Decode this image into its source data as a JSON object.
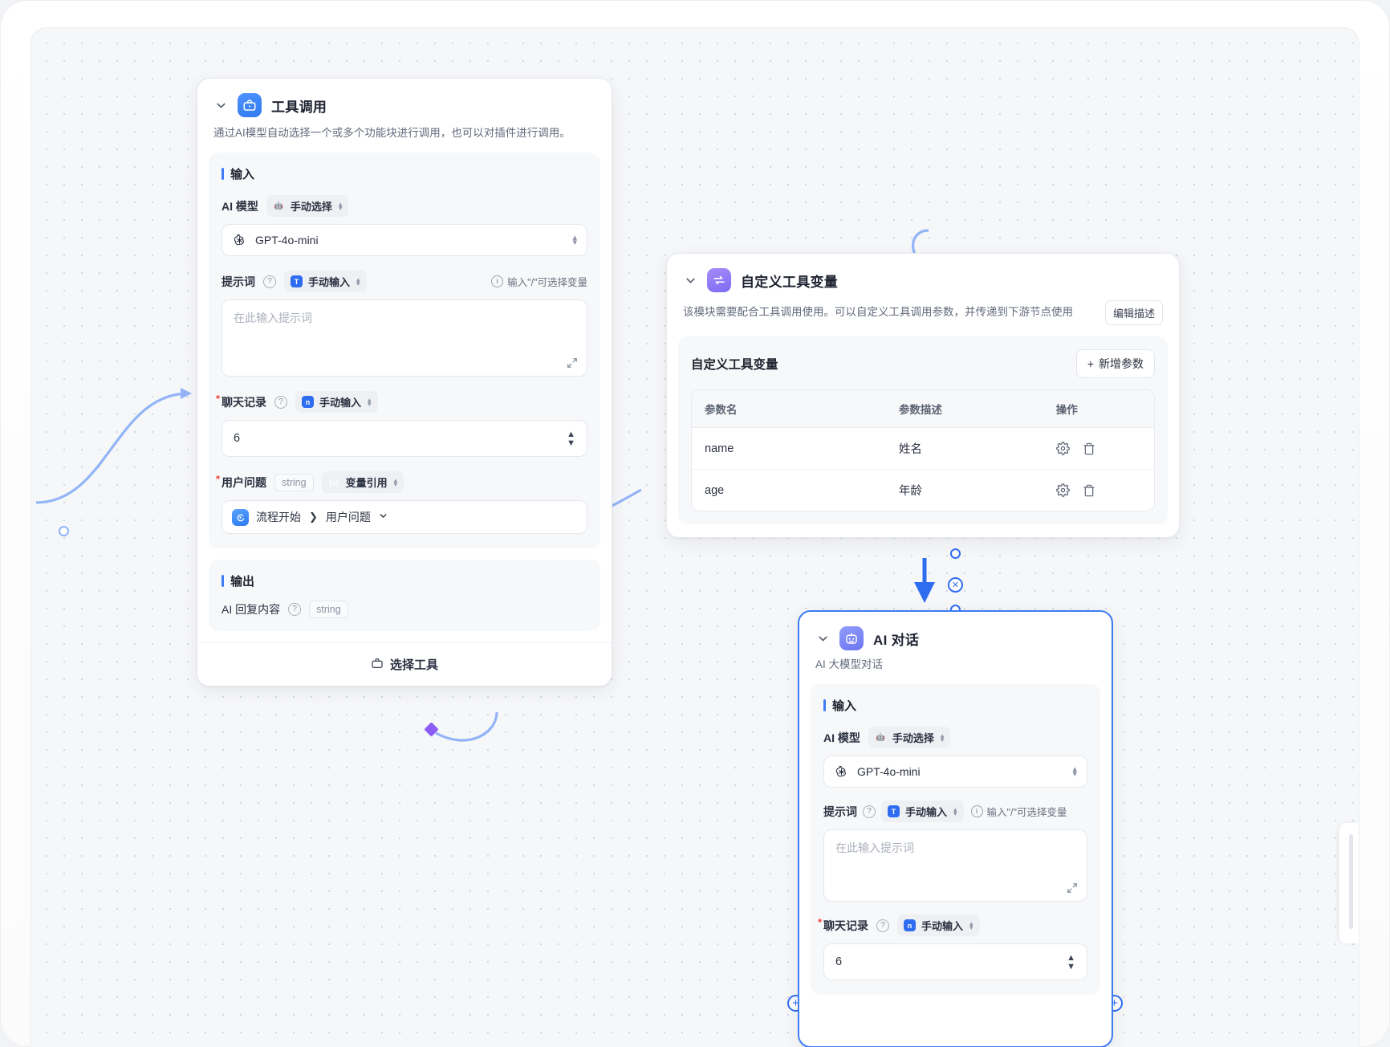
{
  "canvas": {
    "background": "#f6f7f9",
    "accent_blue": "#3c7cf6",
    "accent_purple": "#8b5cf6"
  },
  "nodes": [
    {
      "id": "tool-call",
      "icon": "toolbox-icon",
      "title": "工具调用",
      "description": "通过AI模型自动选择一个或多个功能块进行调用，也可以对插件进行调用。",
      "input_section_title": "输入",
      "output_section_title": "输出",
      "fields": {
        "model_label": "AI 模型",
        "model_mode": "手动选择",
        "model_value": "GPT-4o-mini",
        "prompt_label": "提示词",
        "prompt_mode": "手动输入",
        "prompt_hint": "输入\"/\"可选择变量",
        "prompt_placeholder": "在此输入提示词",
        "history_label": "聊天记录",
        "history_mode": "手动输入",
        "history_value": "6",
        "question_label": "用户问题",
        "question_type": "string",
        "question_mode": "变量引用",
        "question_ref_source": "流程开始",
        "question_ref_field": "用户问题"
      },
      "output": {
        "label": "AI 回复内容",
        "type": "string"
      },
      "footer_label": "选择工具"
    },
    {
      "id": "custom-tool-vars",
      "icon": "variables-icon",
      "title": "自定义工具变量",
      "description": "该模块需要配合工具调用使用。可以自定义工具调用参数，并传递到下游节点使用",
      "edit_desc_label": "编辑描述",
      "panel_title": "自定义工具变量",
      "add_param_label": "新增参数",
      "table": {
        "columns": [
          "参数名",
          "参数描述",
          "操作"
        ],
        "rows": [
          {
            "name": "name",
            "desc": "姓名"
          },
          {
            "name": "age",
            "desc": "年龄"
          }
        ]
      }
    },
    {
      "id": "ai-chat",
      "icon": "robot-icon",
      "title": "AI 对话",
      "description": "AI 大模型对话",
      "input_section_title": "输入",
      "fields": {
        "model_label": "AI 模型",
        "model_mode": "手动选择",
        "model_value": "GPT-4o-mini",
        "prompt_label": "提示词",
        "prompt_mode": "手动输入",
        "prompt_hint": "输入\"/\"可选择变量",
        "prompt_placeholder": "在此输入提示词",
        "history_label": "聊天记录",
        "history_mode": "手动输入",
        "history_value": "6"
      }
    }
  ],
  "icons": {
    "chevron_down": "chevron-down-icon",
    "gear": "gear-icon",
    "trash": "trash-icon",
    "plus": "+",
    "close": "✕"
  }
}
